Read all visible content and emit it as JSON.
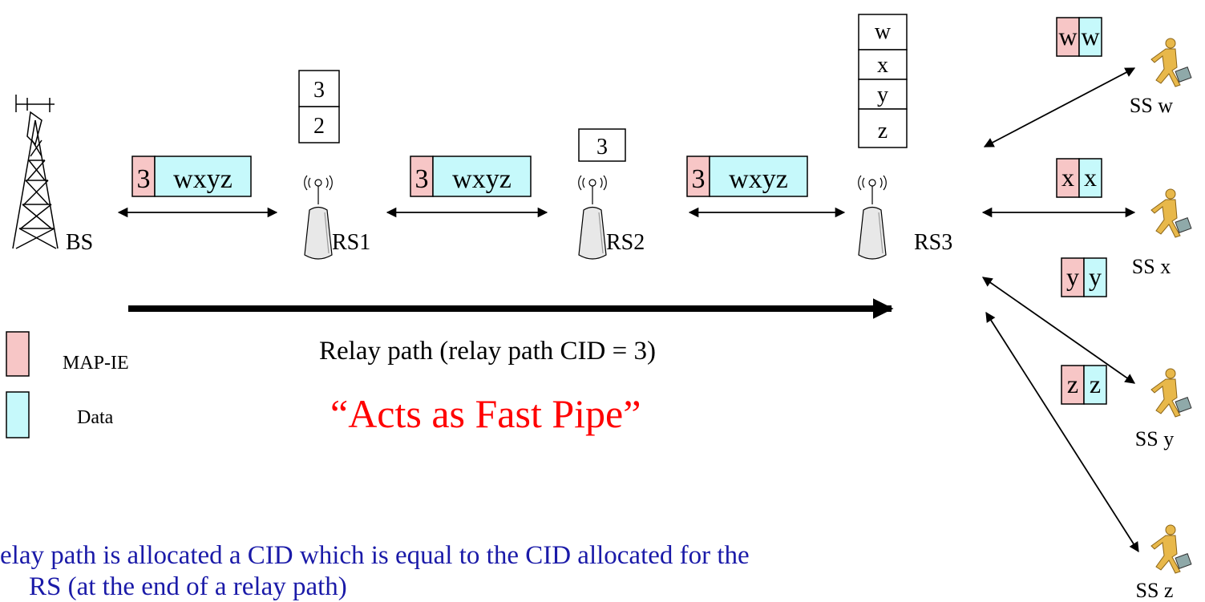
{
  "colors": {
    "map_ie": "#f7c6c6",
    "data": "#c6f9fb",
    "accent_red": "#ff0000",
    "note_blue": "#1a1aa8"
  },
  "nodes": {
    "bs": "BS",
    "rs1": "RS1",
    "rs2": "RS2",
    "rs3": "RS3",
    "ss_w": "SS w",
    "ss_x": "SS x",
    "ss_y": "SS y",
    "ss_z": "SS z"
  },
  "stacks": {
    "rs1": [
      "3",
      "2"
    ],
    "rs2": [
      "3"
    ],
    "rs3": [
      "w",
      "x",
      "y",
      "z"
    ]
  },
  "packets": {
    "bs_rs1": {
      "map": "3",
      "data": "wxyz"
    },
    "rs1_rs2": {
      "map": "3",
      "data": "wxyz"
    },
    "rs2_rs3": {
      "map": "3",
      "data": "wxyz"
    },
    "ss_w": {
      "map": "w",
      "data": "w"
    },
    "ss_x": {
      "map": "x",
      "data": "x"
    },
    "ss_y": {
      "map": "y",
      "data": "y"
    },
    "ss_z": {
      "map": "z",
      "data": "z"
    }
  },
  "legend": {
    "map_ie": "MAP-IE",
    "data": "Data"
  },
  "relay_path_label": "Relay path (relay path CID = 3)",
  "fast_pipe_label": "“Acts as Fast Pipe”",
  "note": {
    "line1": "elay path is allocated a CID which is equal to the CID allocated for the",
    "line2": "RS (at the end of a relay path)"
  }
}
